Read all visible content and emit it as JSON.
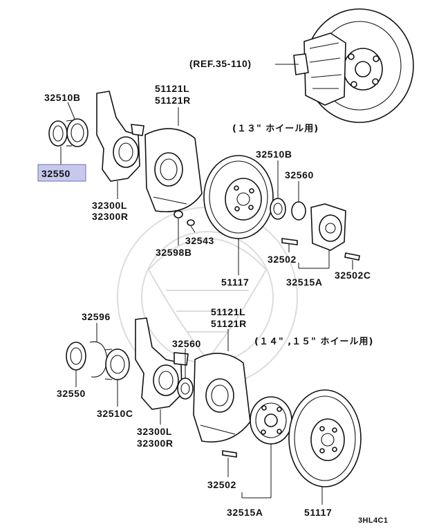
{
  "highlight_color": "#c7c9ec",
  "reference_label": "(REF.35-110)",
  "code": "3HL4C1",
  "upper_note": "(１３\" ホイール用)",
  "lower_note": "(１４\" ,１５\" ホイール用)",
  "upper": {
    "bearing_outer": "32510B",
    "oil_seal": "32550",
    "knuckle_l": "32300L",
    "knuckle_r": "32300R",
    "dust_cover_l": "51121L",
    "dust_cover_r": "51121R",
    "bolt": "32598B",
    "nut": "32543",
    "disc": "51117",
    "bearing_inner": "32510B",
    "spacer": "32560",
    "hub_bolt": "32502",
    "hub_assy": "32515A",
    "hub_bolt_c": "32502C"
  },
  "lower": {
    "snap_ring": "32596",
    "oil_seal": "32550",
    "bearing": "32510C",
    "knuckle_l": "32300L",
    "knuckle_r": "32300R",
    "spacer": "32560",
    "dust_cover_l": "51121L",
    "dust_cover_r": "51121R",
    "hub_bolt": "32502",
    "hub_assy": "32515A",
    "disc": "51117"
  }
}
